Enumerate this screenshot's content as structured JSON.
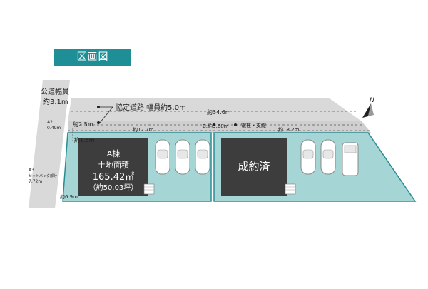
{
  "title": "区画図",
  "public_road": {
    "line1": "公道幅員",
    "line2": "約3.1m"
  },
  "agreement_road": "協定道路 幅員約5.0m",
  "dimensions": {
    "road_length": "約34.6m",
    "road_offset": "約2.5m",
    "lot_a_width": "約17.7m",
    "b_width": "B:約9.68m",
    "lot_right_width": "約18.2m",
    "front_setback": "約1.5m",
    "bottom_setback": "約6.9m",
    "a2_label": "A2",
    "a2_value": "0.49m",
    "a3_label": "A3",
    "a3_sub": "セットバック部分",
    "a3_value": "7.72m"
  },
  "utility_pole": "電柱・支線",
  "lot_a": {
    "name": "A棟",
    "area_label": "土地面積",
    "area_m2": "165.42㎡",
    "area_tsubo": "（約50.03坪）"
  },
  "lot_b": {
    "status": "成約済"
  },
  "compass": "N",
  "colors": {
    "lot_fill": "#a6d5d6",
    "lot_stroke": "#2c8c93",
    "road_fill": "#d9d9d9",
    "building_fill": "#3d3d3d",
    "title_bg": "#1f8f97"
  }
}
